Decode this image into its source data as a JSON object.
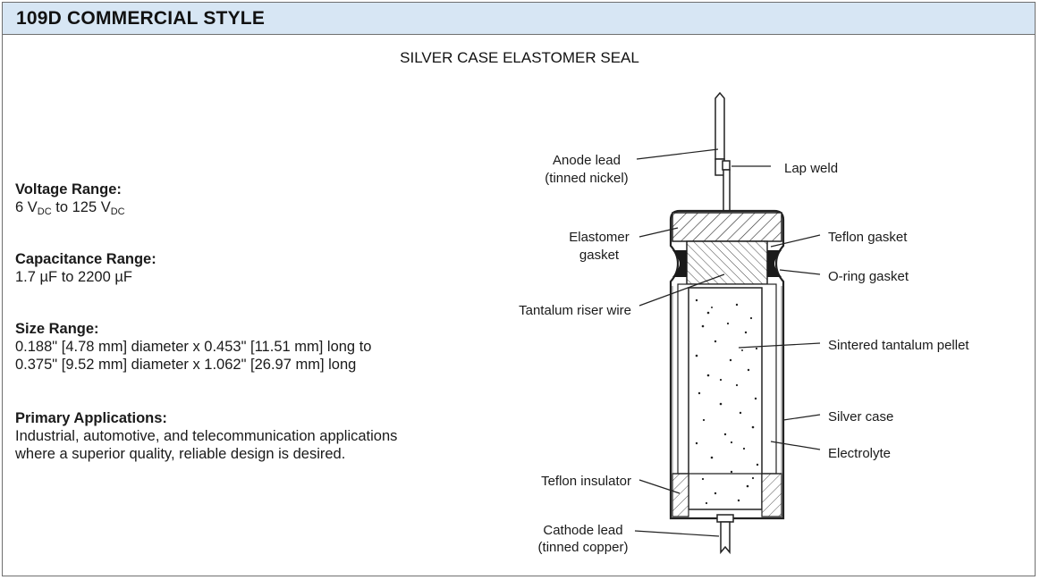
{
  "header": {
    "title": "109D COMMERCIAL STYLE"
  },
  "subtitle": "SILVER CASE ELASTOMER SEAL",
  "specs": {
    "voltage": {
      "label": "Voltage Range:",
      "v1": "6 V",
      "s1": "DC",
      "mid": " to 125 V",
      "s2": "DC"
    },
    "capacitance": {
      "label": "Capacitance Range:",
      "value": "1.7 µF to 2200 µF"
    },
    "size": {
      "label": "Size Range:",
      "line1": "0.188\" [4.78 mm] diameter x 0.453\" [11.51 mm] long to",
      "line2": "0.375\" [9.52 mm] diameter x 1.062\" [26.97 mm] long"
    },
    "applications": {
      "label": "Primary Applications:",
      "line1": "Industrial, automotive, and telecommunication applications",
      "line2": "where a superior quality, reliable design is desired."
    }
  },
  "callouts": {
    "anode_lead": [
      "Anode lead",
      "(tinned nickel)"
    ],
    "lap_weld": "Lap weld",
    "elastomer_gasket": [
      "Elastomer",
      "gasket"
    ],
    "teflon_gasket": "Teflon gasket",
    "oring_gasket": "O-ring gasket",
    "tantalum_riser_wire": "Tantalum riser wire",
    "sintered_pellet": "Sintered tantalum pellet",
    "silver_case": "Silver case",
    "electrolyte": "Electrolyte",
    "teflon_insulator": "Teflon insulator",
    "cathode_lead": [
      "Cathode lead",
      "(tinned copper)"
    ]
  }
}
